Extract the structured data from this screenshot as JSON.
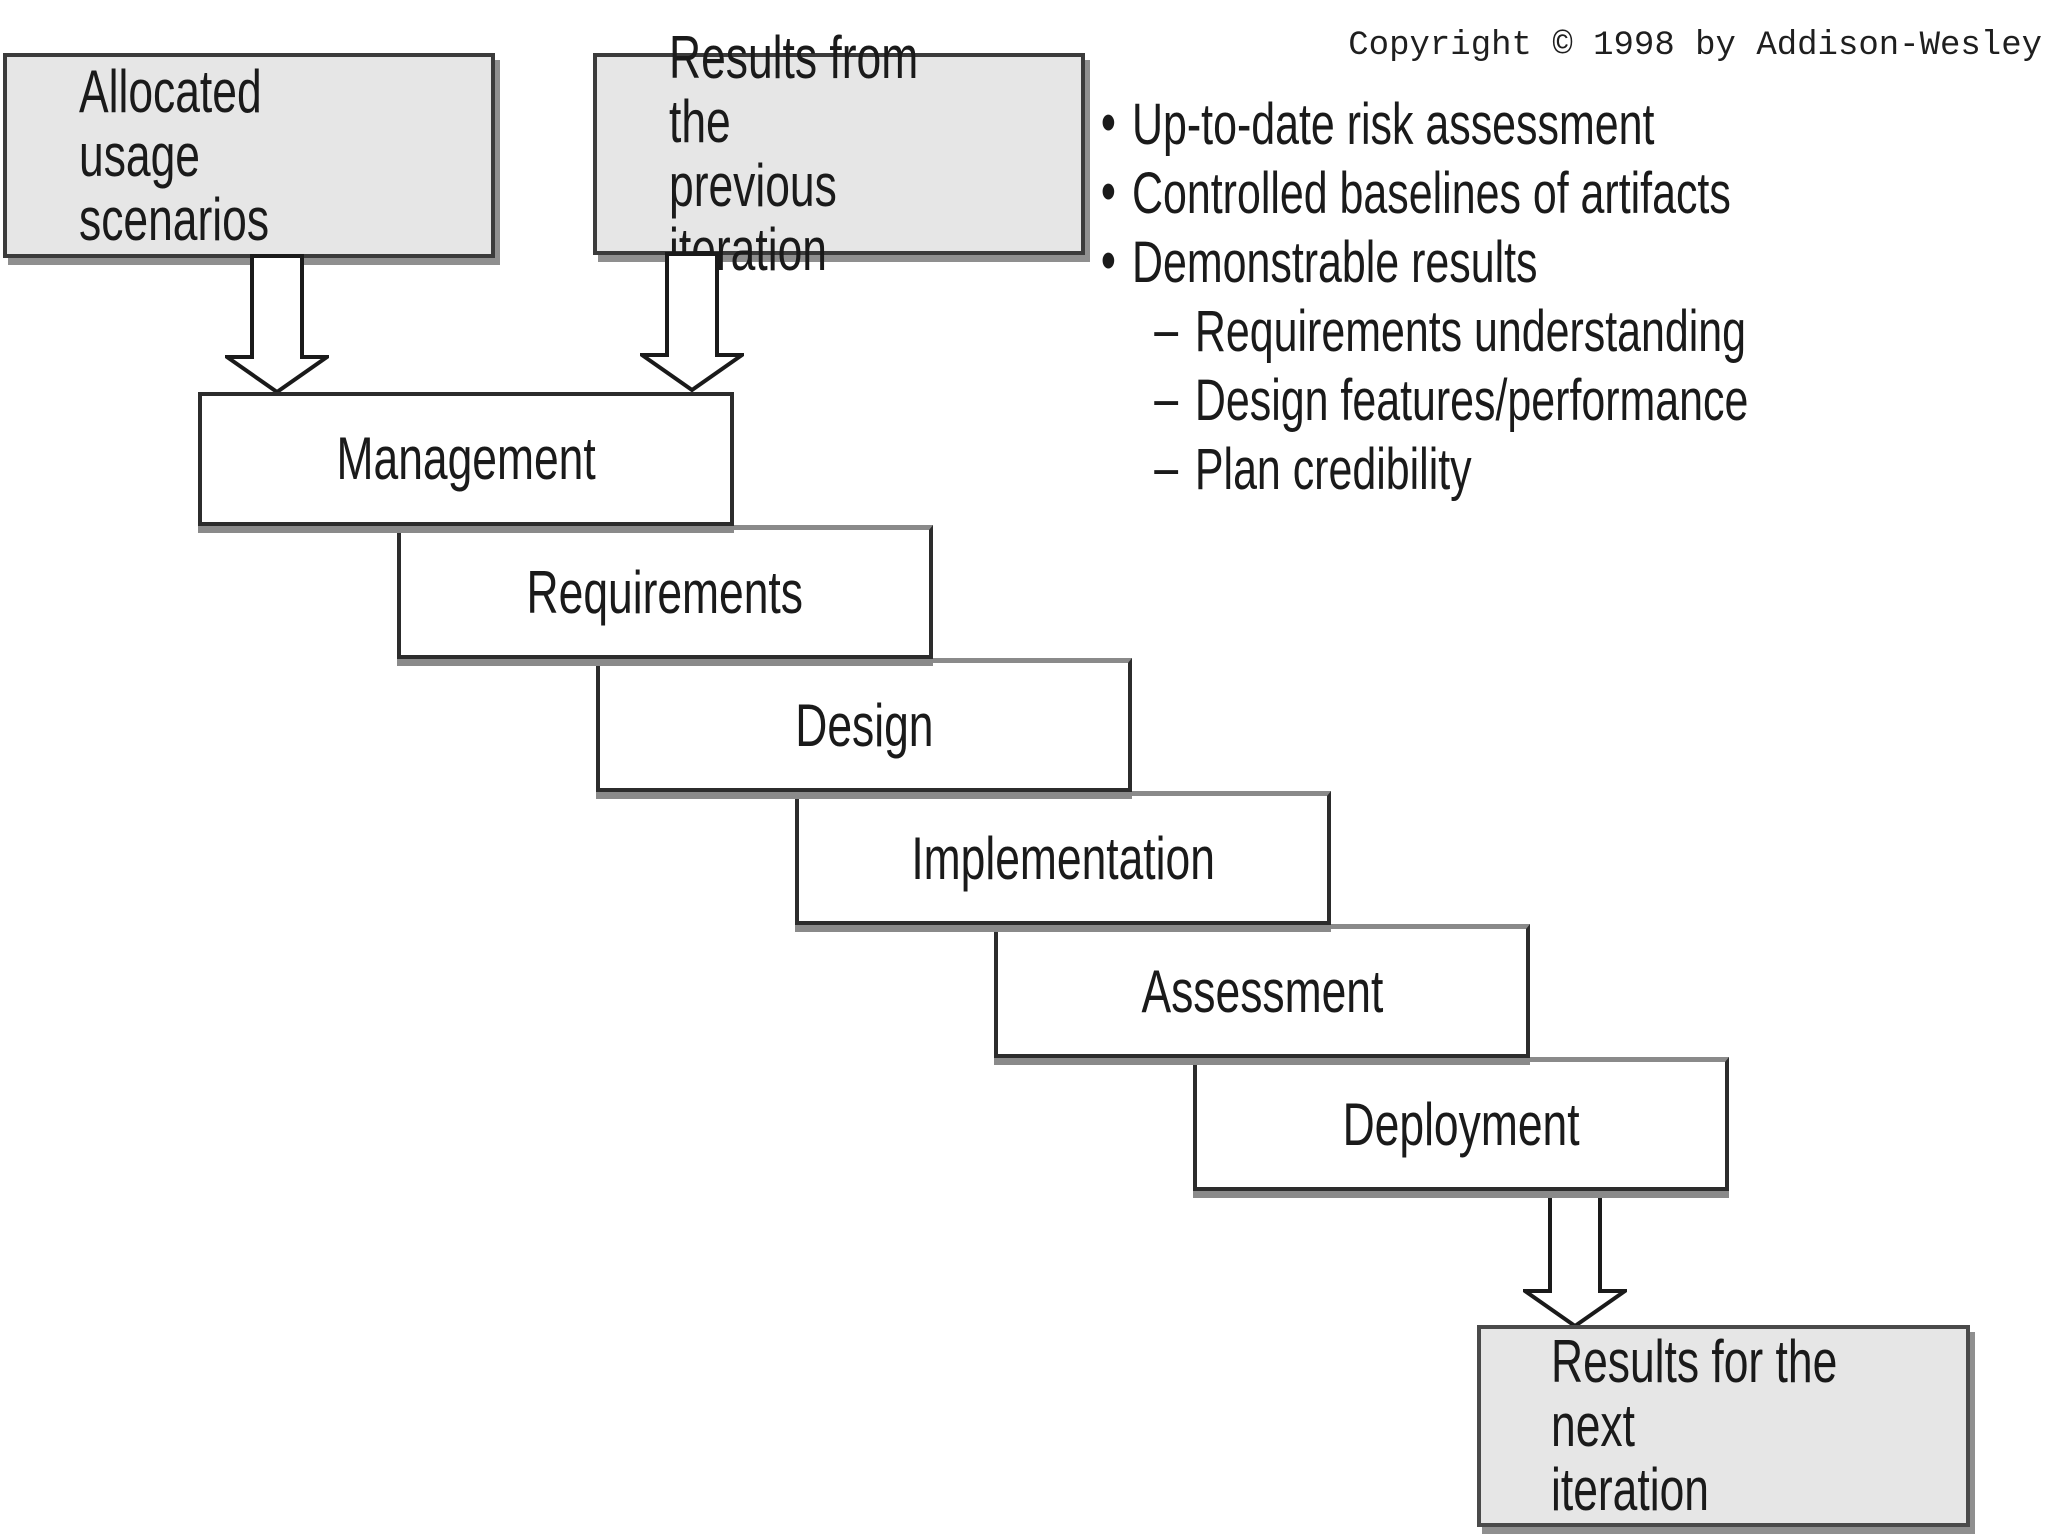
{
  "copyright": "Copyright © 1998 by Addison-Wesley",
  "inputs": {
    "allocated": "Allocated\nusage scenarios",
    "previous": "Results from the\nprevious iteration"
  },
  "benefits": {
    "bullet_char": "•",
    "dash_char": "–",
    "items": [
      "Up-to-date risk assessment",
      "Controlled baselines of artifacts",
      "Demonstrable results"
    ],
    "subitems": [
      "Requirements understanding",
      "Design features/performance",
      "Plan credibility"
    ]
  },
  "phases": [
    "Management",
    "Requirements",
    "Design",
    "Implementation",
    "Assessment",
    "Deployment"
  ],
  "output": "Results for the next\niteration",
  "colors": {
    "background": "#ffffff",
    "gray_box_fill": "#e6e6e6",
    "phase_box_fill": "#ffffff",
    "border": "#2c2c2c",
    "shadow_gray": "#8a8a8a",
    "text": "#1a1a1a"
  }
}
